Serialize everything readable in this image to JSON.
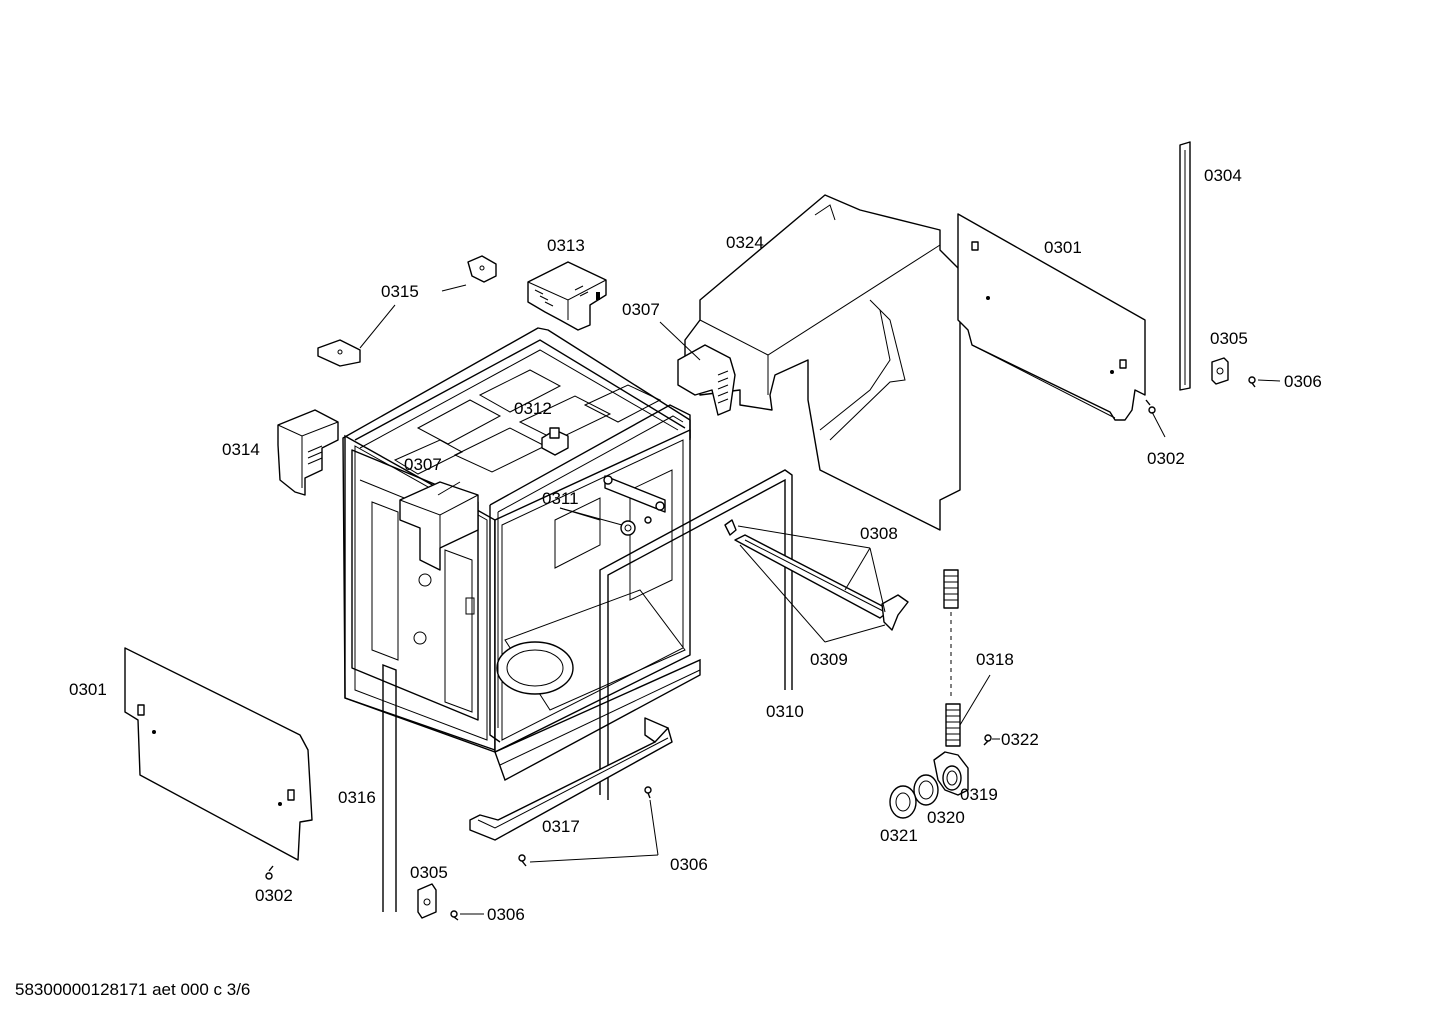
{
  "footer": "58300000128171 aet 000 c 3/6",
  "labels": [
    {
      "id": "lbl-0304",
      "text": "0304"
    },
    {
      "id": "lbl-0301-top",
      "text": "0301"
    },
    {
      "id": "lbl-0324",
      "text": "0324"
    },
    {
      "id": "lbl-0313",
      "text": "0313"
    },
    {
      "id": "lbl-0315",
      "text": "0315"
    },
    {
      "id": "lbl-0307-top",
      "text": "0307"
    },
    {
      "id": "lbl-0305-top",
      "text": "0305"
    },
    {
      "id": "lbl-0306-top",
      "text": "0306"
    },
    {
      "id": "lbl-0312",
      "text": "0312"
    },
    {
      "id": "lbl-0302-top",
      "text": "0302"
    },
    {
      "id": "lbl-0314",
      "text": "0314"
    },
    {
      "id": "lbl-0307-mid",
      "text": "0307"
    },
    {
      "id": "lbl-0311",
      "text": "0311"
    },
    {
      "id": "lbl-0308",
      "text": "0308"
    },
    {
      "id": "lbl-0309",
      "text": "0309"
    },
    {
      "id": "lbl-0318",
      "text": "0318"
    },
    {
      "id": "lbl-0301-left",
      "text": "0301"
    },
    {
      "id": "lbl-0310",
      "text": "0310"
    },
    {
      "id": "lbl-0322",
      "text": "0322"
    },
    {
      "id": "lbl-0319",
      "text": "0319"
    },
    {
      "id": "lbl-0316",
      "text": "0316"
    },
    {
      "id": "lbl-0320",
      "text": "0320"
    },
    {
      "id": "lbl-0317",
      "text": "0317"
    },
    {
      "id": "lbl-0321",
      "text": "0321"
    },
    {
      "id": "lbl-0306-bottom",
      "text": "0306"
    },
    {
      "id": "lbl-0305-bottom",
      "text": "0305"
    },
    {
      "id": "lbl-0302-bottom",
      "text": "0302"
    },
    {
      "id": "lbl-0306-lowest",
      "text": "0306"
    }
  ]
}
